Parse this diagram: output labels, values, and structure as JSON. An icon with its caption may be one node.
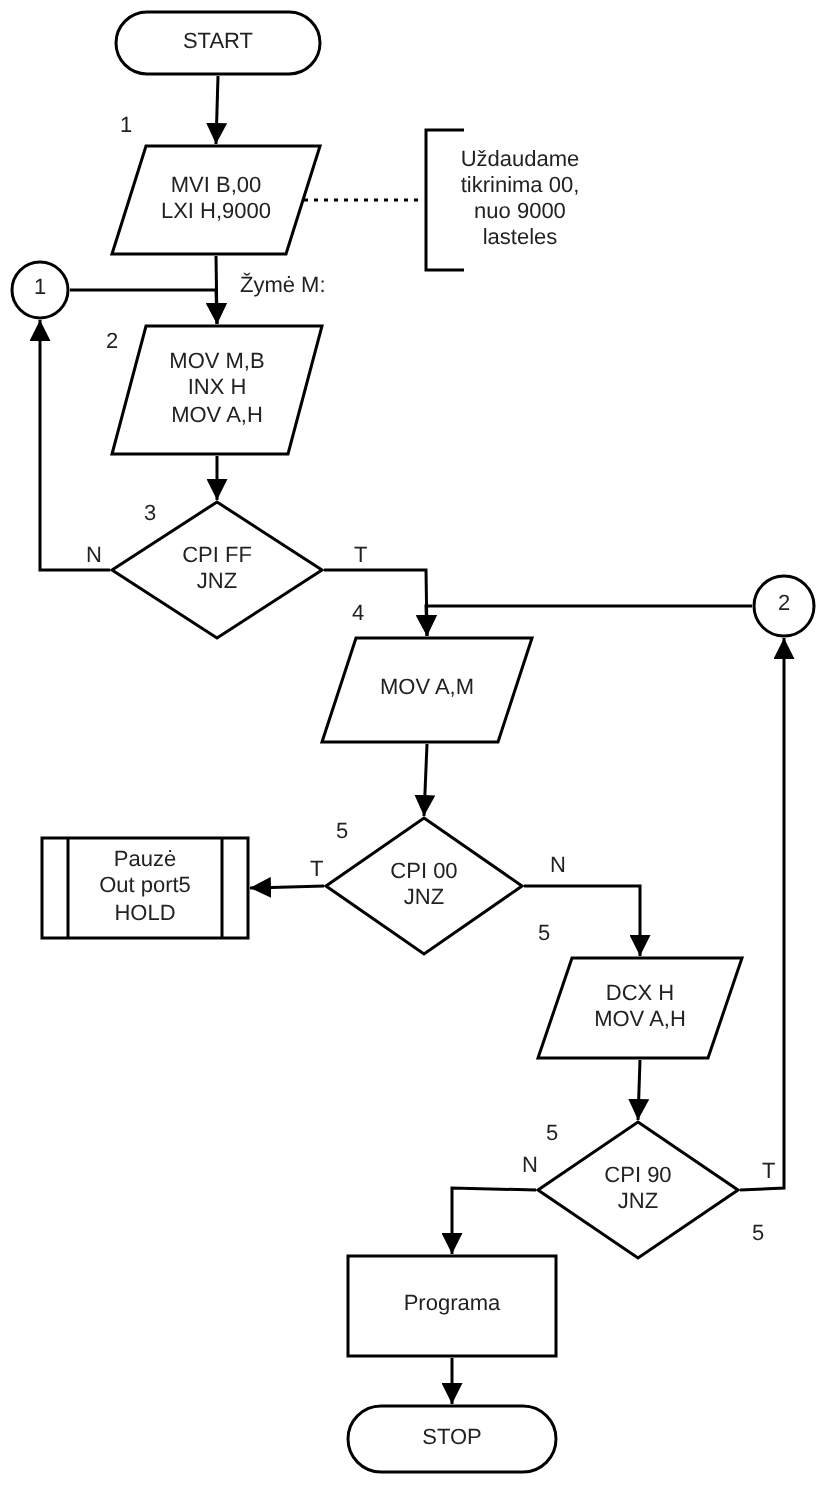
{
  "diagram": {
    "nodes": [
      {
        "text": [
          "START"
        ]
      },
      {
        "text": [
          "MVI B,00 LXI H,9000"
        ],
        "beside": [
          "1"
        ]
      },
      {
        "text": [
          "Uždaudame tikrinima 00, nuo 9000 lasteles"
        ]
      },
      {
        "text": [
          "1"
        ]
      },
      {
        "text": [
          "MOV M,B INX H MOV A,H"
        ],
        "beside": [
          "2"
        ]
      },
      {
        "text": [
          "CPI FF JNZ"
        ],
        "beside": [
          "3"
        ]
      },
      {
        "text": [
          "MOV A,M"
        ],
        "beside": [
          "4"
        ]
      },
      {
        "text": [
          "2"
        ]
      },
      {
        "text": [
          "Pauzė Out port5 HOLD"
        ]
      },
      {
        "text": [
          "CPI 00 JNZ"
        ],
        "beside": [
          "5"
        ]
      },
      {
        "text": [
          "DCX H MOV A,H"
        ],
        "beside": [
          "5"
        ]
      },
      {
        "text": [
          "CPI 90 JNZ"
        ],
        "beside": [
          "5",
          "5"
        ]
      },
      {
        "text": [
          "Programa"
        ]
      },
      {
        "text": [
          "STOP"
        ]
      }
    ],
    "edges": [
      {
        "from": 0,
        "to": 1,
        "arrow": "to"
      },
      {
        "from": 1,
        "to": 2,
        "arrow": "none",
        "style": "dashed"
      },
      {
        "from": 1,
        "to": 4,
        "arrow": "to"
      },
      {
        "from": 3,
        "to": 4,
        "arrow": "to"
      },
      {
        "from": 4,
        "to": 5,
        "arrow": "to"
      },
      {
        "from": 5,
        "to": 3,
        "arrow": "to",
        "label": "N"
      },
      {
        "from": 5,
        "to": 6,
        "arrow": "to",
        "label": "T"
      },
      {
        "from": 7,
        "to": 6,
        "arrow": "to"
      },
      {
        "from": 6,
        "to": 9,
        "arrow": "to"
      },
      {
        "from": 9,
        "to": 8,
        "arrow": "to",
        "label": "T"
      },
      {
        "from": 9,
        "to": 10,
        "arrow": "to",
        "label": "N"
      },
      {
        "from": 10,
        "to": 11,
        "arrow": "to"
      },
      {
        "from": 11,
        "to": 7,
        "arrow": "to",
        "label": "T"
      },
      {
        "from": 11,
        "to": 12,
        "arrow": "to",
        "label": "N"
      },
      {
        "from": 12,
        "to": 13,
        "arrow": "to"
      }
    ],
    "labels": [
      "Žymė M:"
    ]
  }
}
